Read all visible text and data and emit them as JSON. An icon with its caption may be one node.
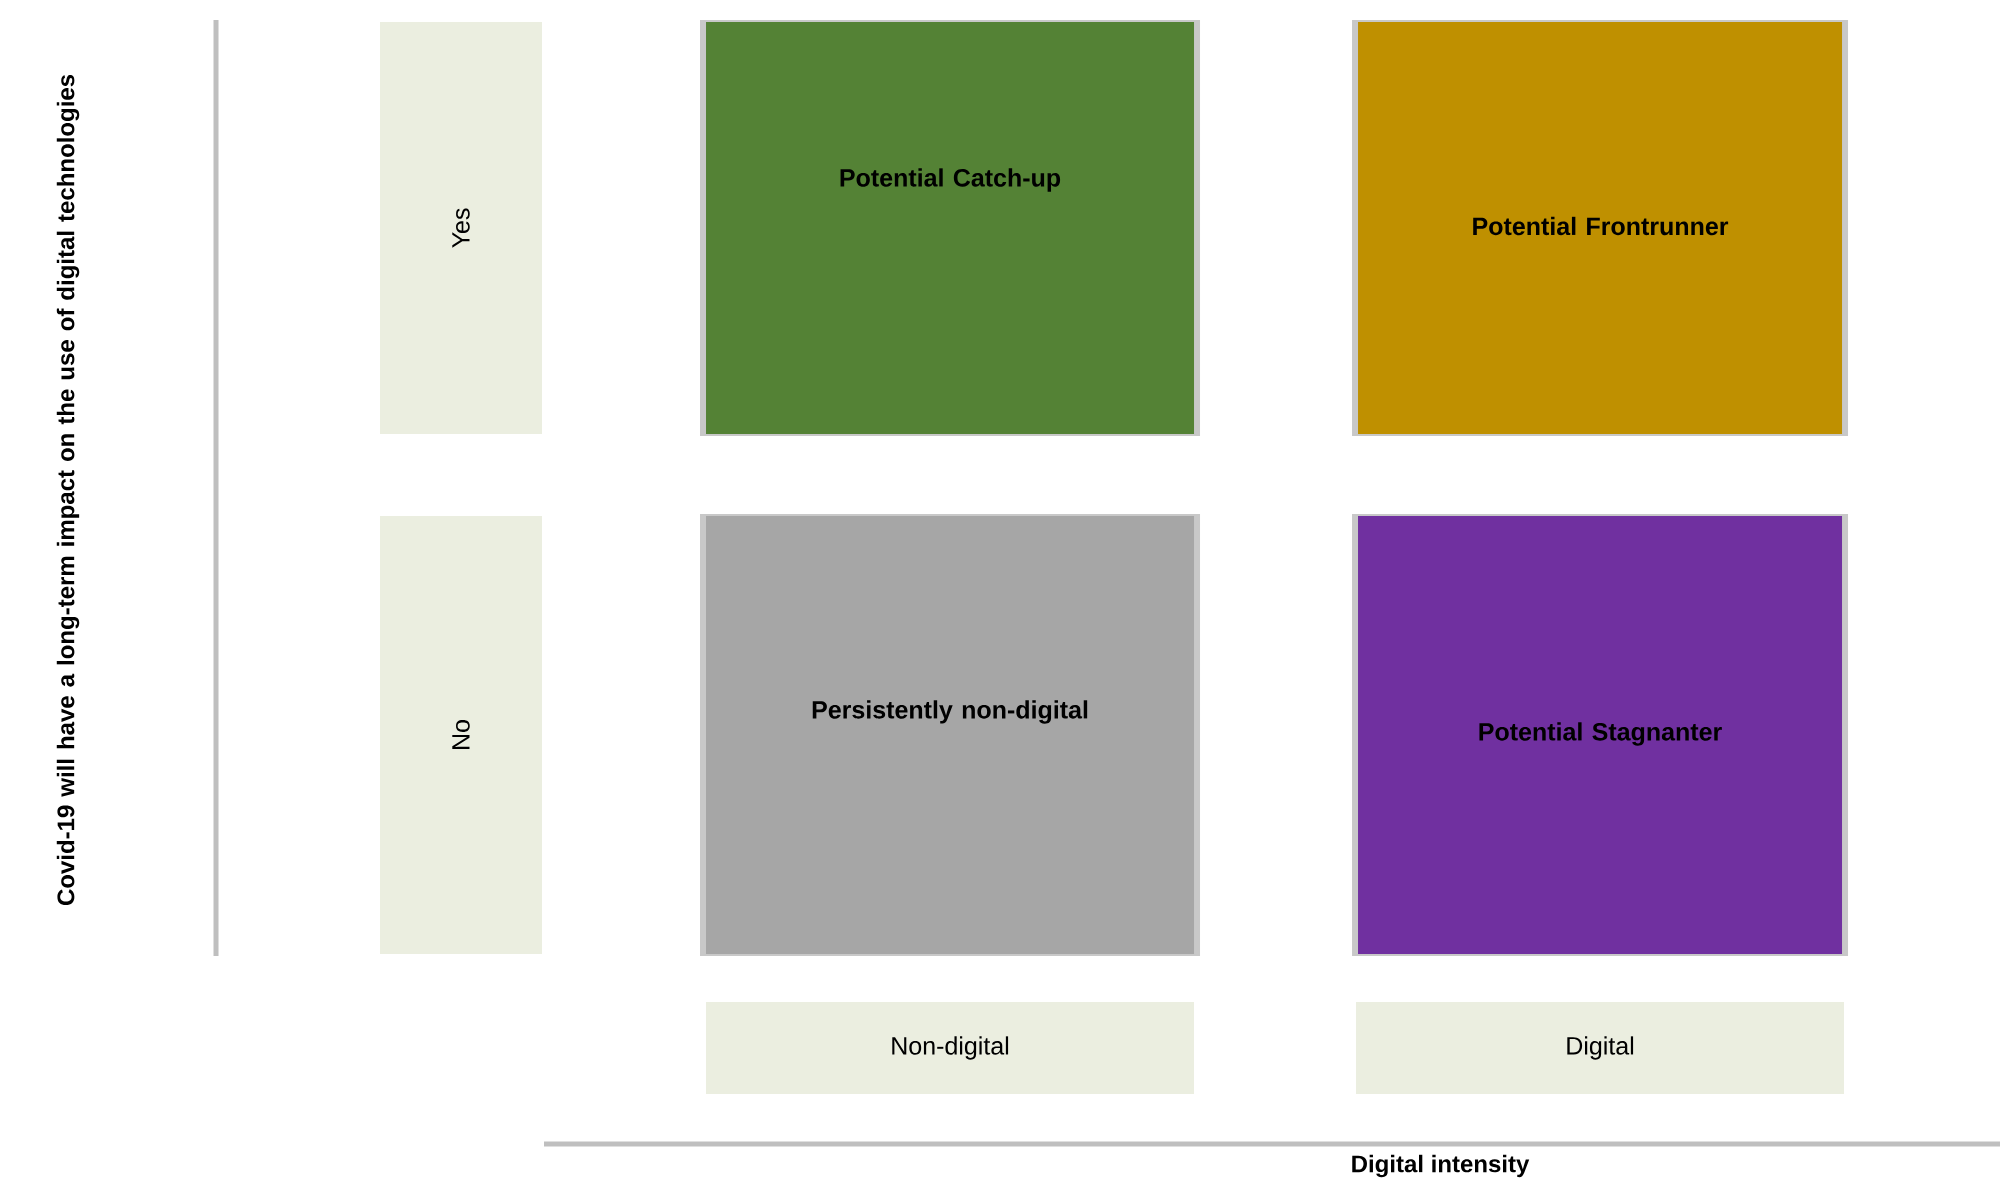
{
  "diagram": {
    "nodes": [
      {
        "text": [
          "Yes"
        ]
      },
      {
        "text": [
          "Potential Catch-up"
        ]
      },
      {
        "text": [
          "Potential Frontrunner"
        ]
      },
      {
        "text": [
          "No"
        ]
      },
      {
        "text": [
          "Persistently non-digital"
        ]
      },
      {
        "text": [
          "Potential Stagnanter"
        ]
      },
      {
        "text": [
          "Non-digital"
        ]
      },
      {
        "text": [
          "Digital"
        ]
      }
    ],
    "labels": [
      "Covid-19 will have a long-term impact on the use of digital technologies",
      "Digital intensity"
    ]
  }
}
